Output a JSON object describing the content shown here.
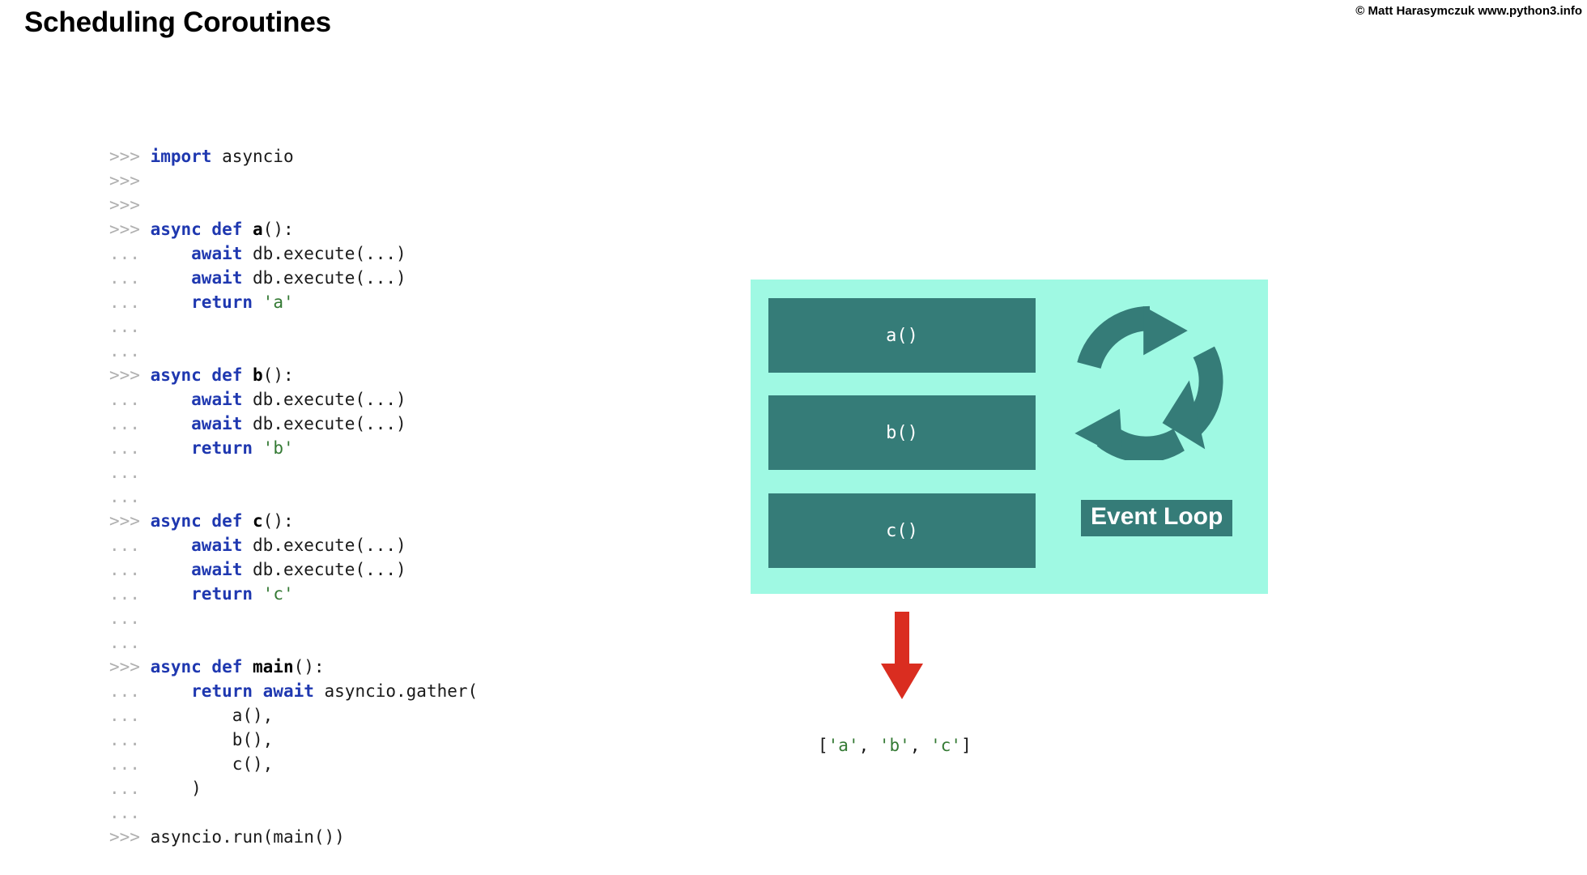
{
  "header": {
    "title": "Scheduling Coroutines",
    "copyright": "© Matt Harasymczuk www.python3.info"
  },
  "code": {
    "lines": [
      [
        {
          "t": "prompt",
          "v": ">>> "
        },
        {
          "t": "kw",
          "v": "import"
        },
        {
          "t": "plain",
          "v": " asyncio"
        }
      ],
      [
        {
          "t": "prompt",
          "v": ">>> "
        }
      ],
      [
        {
          "t": "prompt",
          "v": ">>> "
        }
      ],
      [
        {
          "t": "prompt",
          "v": ">>> "
        },
        {
          "t": "kw",
          "v": "async def "
        },
        {
          "t": "fn",
          "v": "a"
        },
        {
          "t": "plain",
          "v": "():"
        }
      ],
      [
        {
          "t": "prompt",
          "v": "... "
        },
        {
          "t": "plain",
          "v": "    "
        },
        {
          "t": "kw",
          "v": "await"
        },
        {
          "t": "plain",
          "v": " db.execute(...)"
        }
      ],
      [
        {
          "t": "prompt",
          "v": "... "
        },
        {
          "t": "plain",
          "v": "    "
        },
        {
          "t": "kw",
          "v": "await"
        },
        {
          "t": "plain",
          "v": " db.execute(...)"
        }
      ],
      [
        {
          "t": "prompt",
          "v": "... "
        },
        {
          "t": "plain",
          "v": "    "
        },
        {
          "t": "kw",
          "v": "return"
        },
        {
          "t": "plain",
          "v": " "
        },
        {
          "t": "str",
          "v": "'a'"
        }
      ],
      [
        {
          "t": "prompt",
          "v": "... "
        }
      ],
      [
        {
          "t": "prompt",
          "v": "... "
        }
      ],
      [
        {
          "t": "prompt",
          "v": ">>> "
        },
        {
          "t": "kw",
          "v": "async def "
        },
        {
          "t": "fn",
          "v": "b"
        },
        {
          "t": "plain",
          "v": "():"
        }
      ],
      [
        {
          "t": "prompt",
          "v": "... "
        },
        {
          "t": "plain",
          "v": "    "
        },
        {
          "t": "kw",
          "v": "await"
        },
        {
          "t": "plain",
          "v": " db.execute(...)"
        }
      ],
      [
        {
          "t": "prompt",
          "v": "... "
        },
        {
          "t": "plain",
          "v": "    "
        },
        {
          "t": "kw",
          "v": "await"
        },
        {
          "t": "plain",
          "v": " db.execute(...)"
        }
      ],
      [
        {
          "t": "prompt",
          "v": "... "
        },
        {
          "t": "plain",
          "v": "    "
        },
        {
          "t": "kw",
          "v": "return"
        },
        {
          "t": "plain",
          "v": " "
        },
        {
          "t": "str",
          "v": "'b'"
        }
      ],
      [
        {
          "t": "prompt",
          "v": "... "
        }
      ],
      [
        {
          "t": "prompt",
          "v": "... "
        }
      ],
      [
        {
          "t": "prompt",
          "v": ">>> "
        },
        {
          "t": "kw",
          "v": "async def "
        },
        {
          "t": "fn",
          "v": "c"
        },
        {
          "t": "plain",
          "v": "():"
        }
      ],
      [
        {
          "t": "prompt",
          "v": "... "
        },
        {
          "t": "plain",
          "v": "    "
        },
        {
          "t": "kw",
          "v": "await"
        },
        {
          "t": "plain",
          "v": " db.execute(...)"
        }
      ],
      [
        {
          "t": "prompt",
          "v": "... "
        },
        {
          "t": "plain",
          "v": "    "
        },
        {
          "t": "kw",
          "v": "await"
        },
        {
          "t": "plain",
          "v": " db.execute(...)"
        }
      ],
      [
        {
          "t": "prompt",
          "v": "... "
        },
        {
          "t": "plain",
          "v": "    "
        },
        {
          "t": "kw",
          "v": "return"
        },
        {
          "t": "plain",
          "v": " "
        },
        {
          "t": "str",
          "v": "'c'"
        }
      ],
      [
        {
          "t": "prompt",
          "v": "... "
        }
      ],
      [
        {
          "t": "prompt",
          "v": "... "
        }
      ],
      [
        {
          "t": "prompt",
          "v": ">>> "
        },
        {
          "t": "kw",
          "v": "async def "
        },
        {
          "t": "fn",
          "v": "main"
        },
        {
          "t": "plain",
          "v": "():"
        }
      ],
      [
        {
          "t": "prompt",
          "v": "... "
        },
        {
          "t": "plain",
          "v": "    "
        },
        {
          "t": "kw",
          "v": "return await"
        },
        {
          "t": "plain",
          "v": " asyncio.gather("
        }
      ],
      [
        {
          "t": "prompt",
          "v": "... "
        },
        {
          "t": "plain",
          "v": "        a(),"
        }
      ],
      [
        {
          "t": "prompt",
          "v": "... "
        },
        {
          "t": "plain",
          "v": "        b(),"
        }
      ],
      [
        {
          "t": "prompt",
          "v": "... "
        },
        {
          "t": "plain",
          "v": "        c(),"
        }
      ],
      [
        {
          "t": "prompt",
          "v": "... "
        },
        {
          "t": "plain",
          "v": "    )"
        }
      ],
      [
        {
          "t": "prompt",
          "v": "... "
        }
      ],
      [
        {
          "t": "prompt",
          "v": ">>> "
        },
        {
          "t": "plain",
          "v": "asyncio.run(main())"
        }
      ]
    ]
  },
  "diagram": {
    "coroutine_boxes": [
      {
        "label": "a()"
      },
      {
        "label": "b()"
      },
      {
        "label": "c()"
      }
    ],
    "event_loop_label": "Event Loop",
    "recycle_icon_name": "recycle-loop-icon",
    "arrow_icon_name": "red-down-arrow-icon",
    "colors": {
      "panel_background": "#9ff9e3",
      "box_fill": "#357c78",
      "box_text": "#ffffff",
      "arrow_red": "#da2d20"
    }
  },
  "output": {
    "parts": [
      {
        "t": "plain",
        "v": "["
      },
      {
        "t": "str",
        "v": "'a'"
      },
      {
        "t": "plain",
        "v": ", "
      },
      {
        "t": "str",
        "v": "'b'"
      },
      {
        "t": "plain",
        "v": ", "
      },
      {
        "t": "str",
        "v": "'c'"
      },
      {
        "t": "plain",
        "v": "]"
      }
    ]
  }
}
